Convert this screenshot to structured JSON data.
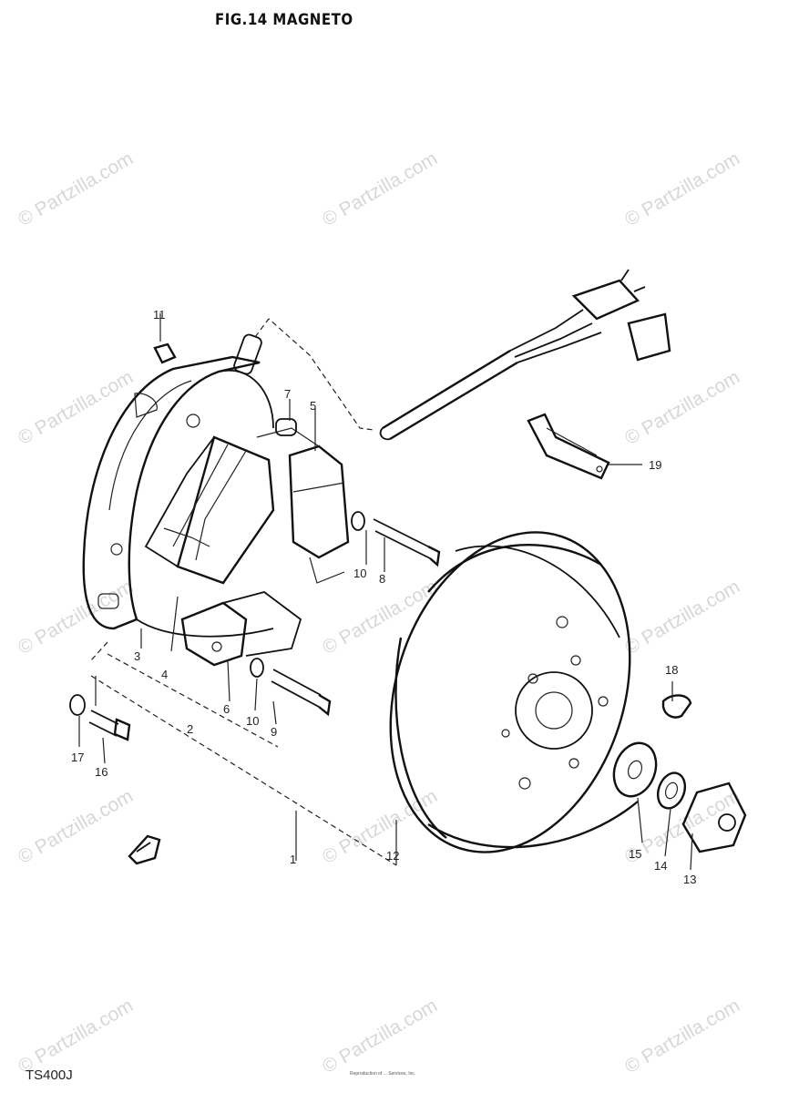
{
  "figure": {
    "title": "FIG.14  MAGNETO",
    "model": "TS400J",
    "footer_note": "Reproduction of ... Services, Inc."
  },
  "watermark": {
    "text": "© Partzilla.com"
  },
  "callouts": [
    "1",
    "2",
    "3",
    "4",
    "5",
    "6",
    "7",
    "8",
    "9",
    "10",
    "10",
    "11",
    "12",
    "13",
    "14",
    "15",
    "16",
    "17",
    "18",
    "19"
  ],
  "icons": [
    "front-arrow-icon"
  ]
}
